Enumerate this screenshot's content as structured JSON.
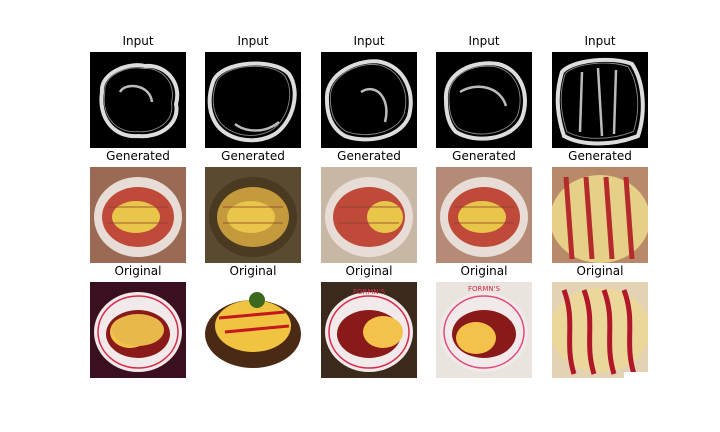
{
  "rows": [
    {
      "label": "Input"
    },
    {
      "label": "Generated"
    },
    {
      "label": "Original"
    }
  ],
  "original_texts": [
    "FORMN'S",
    "FORMN'S"
  ]
}
